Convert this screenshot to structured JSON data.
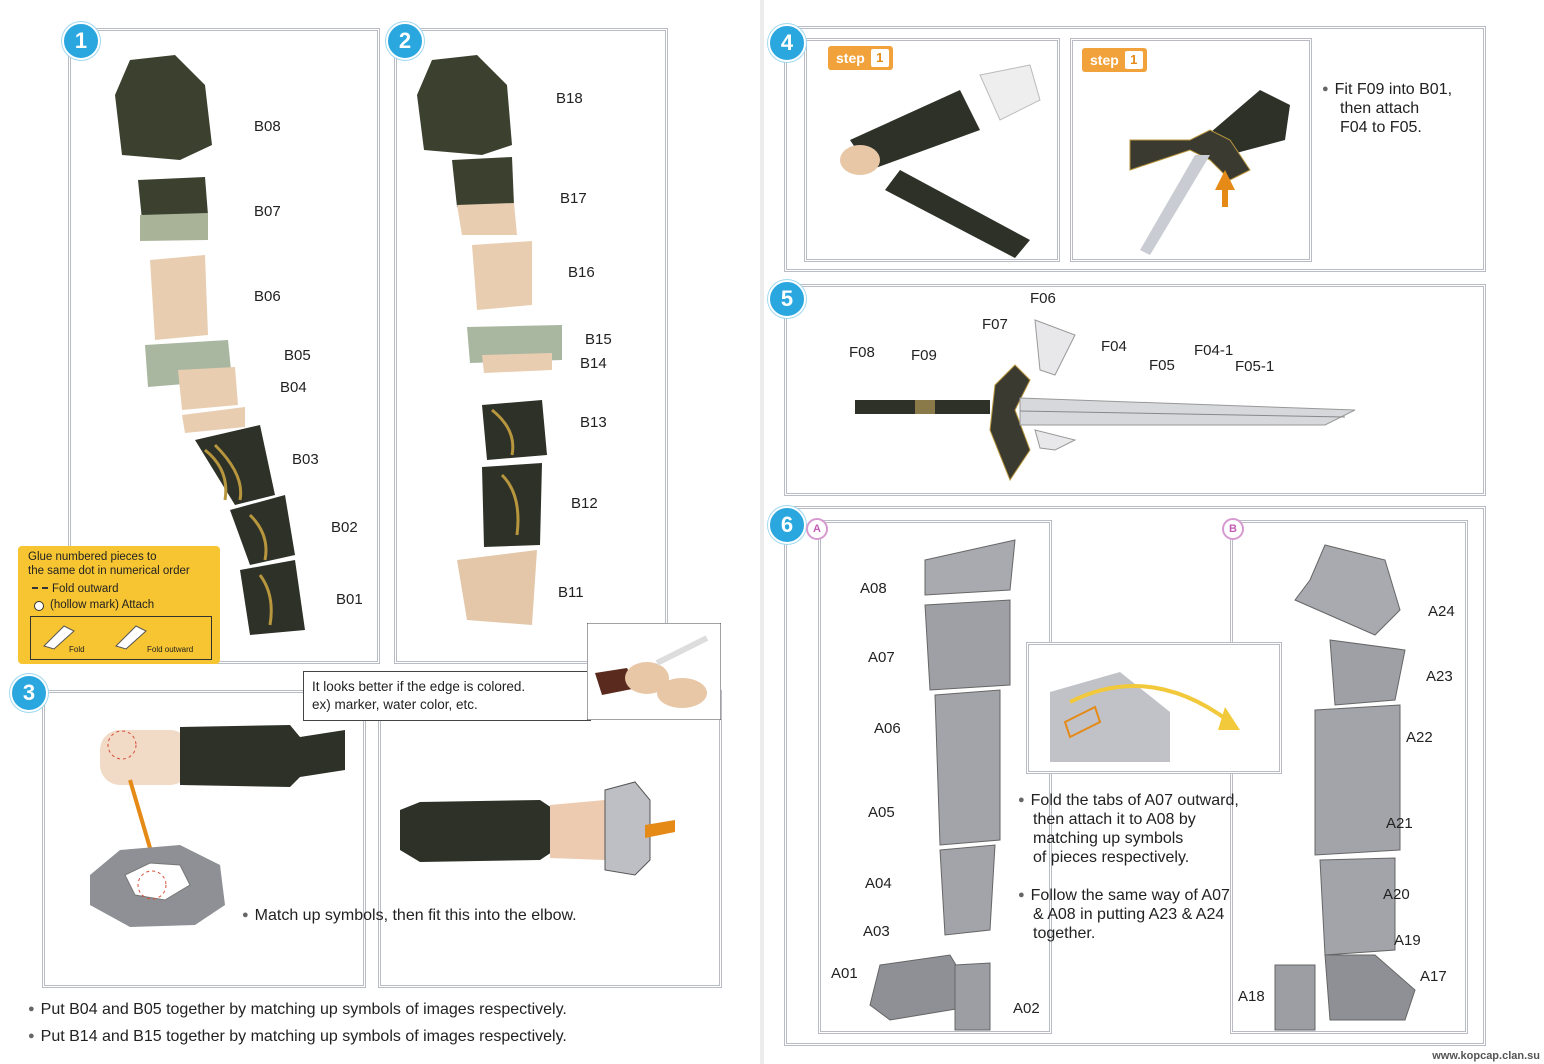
{
  "steps": {
    "s1": {
      "number": "1",
      "labels": [
        "B08",
        "B07",
        "B06",
        "B05",
        "B04",
        "B03",
        "B02",
        "B01"
      ]
    },
    "s2": {
      "number": "2",
      "labels": [
        "B18",
        "B17",
        "B16",
        "B15",
        "B14",
        "B13",
        "B12",
        "B11"
      ]
    },
    "s3": {
      "number": "3",
      "tip_line1": "It looks better if the edge is colored.",
      "tip_line2": "ex) marker, water color, etc.",
      "match_text": "Match up symbols, then fit this into the elbow.",
      "note1": "Put B04 and B05 together by matching up symbols of images respectively.",
      "note2": "Put B14 and B15 together by matching up symbols of images respectively."
    },
    "s4": {
      "number": "4",
      "step_word": "step",
      "step_num": "1",
      "text_line1": "Fit F09 into B01,",
      "text_line2": "then attach",
      "text_line3": "F04 to F05."
    },
    "s5": {
      "number": "5",
      "labels": [
        "F08",
        "F09",
        "F07",
        "F06",
        "F04",
        "F05",
        "F04-1",
        "F05-1"
      ]
    },
    "s6": {
      "number": "6",
      "sub_a": "A",
      "sub_b": "B",
      "labels_a": [
        "A08",
        "A07",
        "A06",
        "A05",
        "A04",
        "A03",
        "A01",
        "A02"
      ],
      "labels_b": [
        "A24",
        "A23",
        "A22",
        "A21",
        "A20",
        "A19",
        "A17",
        "A18"
      ],
      "fold_text": [
        "Fold the tabs of A07 outward,",
        "then attach it to A08 by",
        "matching up symbols",
        "of pieces respectively."
      ],
      "follow_text": [
        "Follow the same way of A07",
        "& A08 in putting A23 & A24",
        "together."
      ]
    }
  },
  "legend": {
    "title_line1": "Glue numbered pieces to",
    "title_line2": "the same dot in numerical order",
    "fold_outward": "Fold outward",
    "hollow": "(hollow mark) Attach",
    "fold_small": "Fold",
    "fold_outward_small": "Fold outward"
  },
  "footer": "www.kopcap.clan.su",
  "colors": {
    "number_badge": "#2aa7de",
    "leader": "#e58a17",
    "step_badge": "#f2a23a",
    "legend_bg": "#f7c531"
  }
}
